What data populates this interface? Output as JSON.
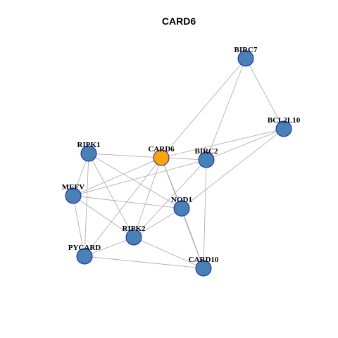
{
  "title": "CARD6",
  "colors": {
    "background": "#ffffff",
    "node_default": "#4682b4",
    "node_highlight": "#ffa500",
    "node_border": "#1a1acc",
    "edge": "#a8a8a8"
  },
  "graph": {
    "focus_node": "CARD6",
    "nodes": [
      "BIRC7",
      "BCL2L10",
      "RIPK1",
      "CARD6",
      "BIRC2",
      "MEFV",
      "NOD1",
      "RIPK2",
      "PYCARD",
      "CARD10"
    ],
    "edges": [
      [
        "BIRC7",
        "CARD6"
      ],
      [
        "BIRC7",
        "BIRC2"
      ],
      [
        "BIRC7",
        "BCL2L10"
      ],
      [
        "BCL2L10",
        "CARD6"
      ],
      [
        "BCL2L10",
        "BIRC2"
      ],
      [
        "BCL2L10",
        "NOD1"
      ],
      [
        "RIPK1",
        "CARD6"
      ],
      [
        "RIPK1",
        "MEFV"
      ],
      [
        "RIPK1",
        "NOD1"
      ],
      [
        "RIPK1",
        "RIPK2"
      ],
      [
        "RIPK1",
        "PYCARD"
      ],
      [
        "CARD6",
        "BIRC2"
      ],
      [
        "CARD6",
        "MEFV"
      ],
      [
        "CARD6",
        "RIPK2"
      ],
      [
        "CARD6",
        "PYCARD"
      ],
      [
        "CARD6",
        "CARD10"
      ],
      [
        "CARD6",
        "NOD1"
      ],
      [
        "BIRC2",
        "MEFV"
      ],
      [
        "BIRC2",
        "RIPK2"
      ],
      [
        "BIRC2",
        "CARD10"
      ],
      [
        "MEFV",
        "NOD1"
      ],
      [
        "MEFV",
        "RIPK2"
      ],
      [
        "MEFV",
        "PYCARD"
      ],
      [
        "NOD1",
        "RIPK2"
      ],
      [
        "NOD1",
        "CARD10"
      ],
      [
        "RIPK2",
        "PYCARD"
      ],
      [
        "RIPK2",
        "CARD10"
      ],
      [
        "PYCARD",
        "CARD10"
      ]
    ]
  }
}
